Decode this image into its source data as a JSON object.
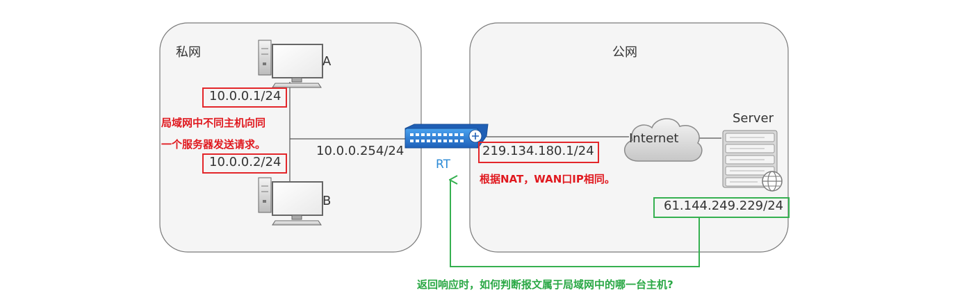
{
  "private_zone": {
    "title": "私网",
    "host_a": {
      "label": "A",
      "ip": "10.0.0.1/24"
    },
    "host_b": {
      "label": "B",
      "ip": "10.0.0.2/24"
    },
    "note_line1": "局域网中不同主机向同",
    "note_line2": "一个服务器发送请求。",
    "gateway_ip": "10.0.0.254/24"
  },
  "router": {
    "label": "RT"
  },
  "public_zone": {
    "title": "公网",
    "wan_ip": "219.134.180.1/24",
    "nat_note": "根据NAT，WAN口IP相同。",
    "internet_label": "Internet",
    "server_label": "Server",
    "server_ip": "61.144.249.229/24"
  },
  "question": "返回响应时，如何判断报文属于局域网中的哪一台主机?",
  "colors": {
    "zone_fill": "#f5f5f5",
    "zone_border": "#7a7a7a",
    "note_red": "#e0191f",
    "note_green": "#2aa845",
    "router_blue": "#2b7fd6"
  }
}
